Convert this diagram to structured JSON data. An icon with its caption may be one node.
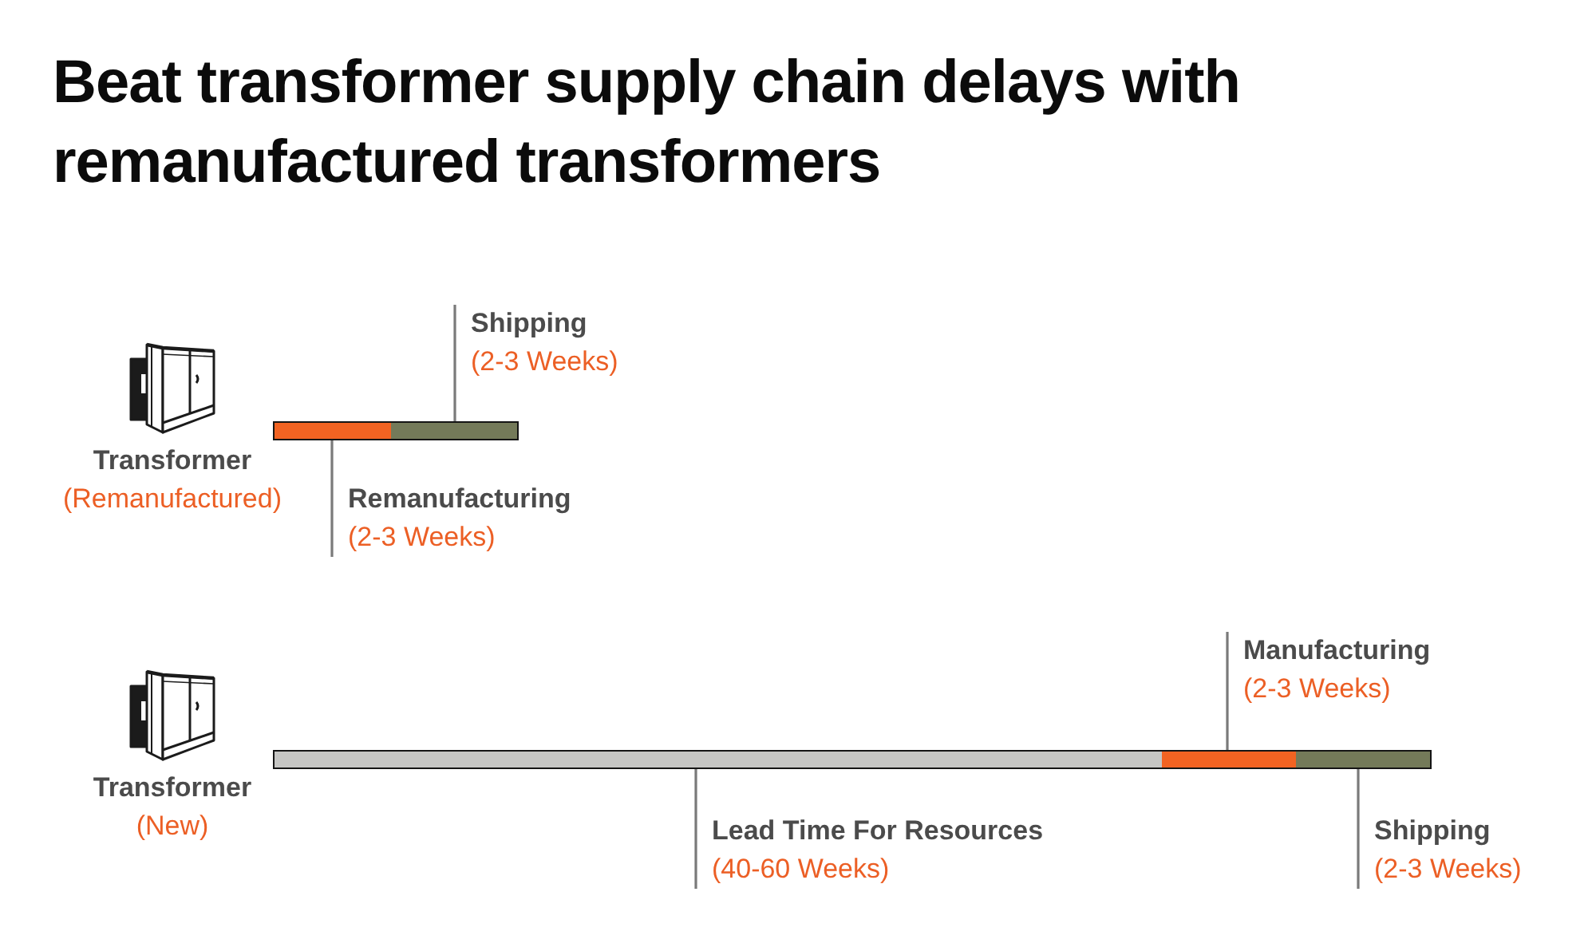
{
  "diagram": {
    "title": "Beat transformer supply chain delays with remanufactured transformers",
    "nodes": [
      {
        "text": [],
        "shape": "picture",
        "beside": [
          "Transformer",
          "(Remanufactured)"
        ]
      },
      {
        "text": [
          "Shipping",
          "(2-3 Weeks)"
        ]
      },
      {
        "text": [],
        "shape": "bar"
      },
      {
        "text": [],
        "shape": "bar",
        "in": 2
      },
      {
        "text": [],
        "shape": "bar",
        "in": 2
      },
      {
        "text": [
          "Remanufacturing",
          "(2-3 Weeks)"
        ]
      },
      {
        "text": [],
        "shape": "picture",
        "beside": [
          "Transformer",
          "(New)"
        ]
      },
      {
        "text": [
          "Manufacturing",
          "(2-3 Weeks)"
        ]
      },
      {
        "text": [],
        "shape": "bar"
      },
      {
        "text": [],
        "shape": "bar",
        "in": 8
      },
      {
        "text": [],
        "shape": "bar",
        "in": 8
      },
      {
        "text": [],
        "shape": "bar",
        "in": 8
      },
      {
        "text": [
          "Lead Time For Resources",
          "(40-60 Weeks)"
        ]
      },
      {
        "text": [
          "Shipping",
          "(2-3 Weeks)"
        ]
      }
    ],
    "edges": [
      {
        "from": 1,
        "to": 4,
        "arrow": "none"
      },
      {
        "from": 5,
        "to": 3,
        "arrow": "none"
      },
      {
        "from": 7,
        "to": 10,
        "arrow": "none"
      },
      {
        "from": 12,
        "to": 9,
        "arrow": "none"
      },
      {
        "from": 13,
        "to": 11,
        "arrow": "none"
      }
    ]
  }
}
